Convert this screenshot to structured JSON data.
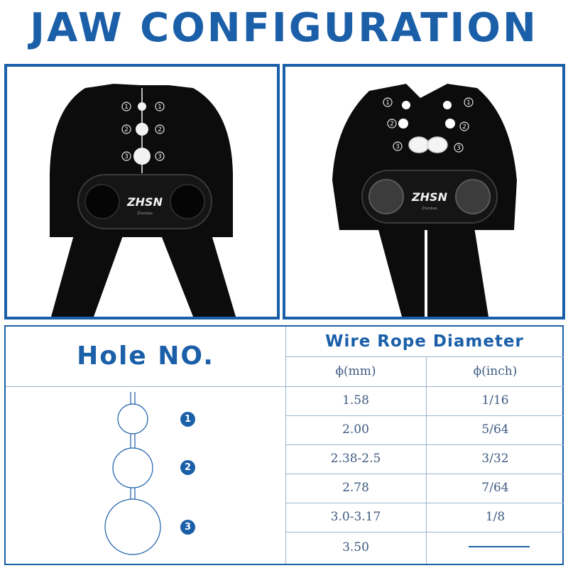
{
  "title": "JAW CONFIGURATION",
  "brand": {
    "logo": "ZHSN",
    "sublogo": "Zhsnbao"
  },
  "jaw_labels": [
    "1",
    "2",
    "3"
  ],
  "table": {
    "hole_header": "Hole NO.",
    "diameter_header": "Wire Rope Diameter",
    "col_mm": "ϕ(mm)",
    "col_inch": "ϕ(inch)",
    "rows": [
      {
        "hole": "1",
        "mm": "1.58",
        "inch": "1/16"
      },
      {
        "hole": "2",
        "mm": "2.00",
        "inch": "5/64"
      },
      {
        "hole": "",
        "mm": "2.38-2.5",
        "inch": "3/32"
      },
      {
        "hole": "",
        "mm": "2.78",
        "inch": "7/64"
      },
      {
        "hole": "3",
        "mm": "3.0-3.17",
        "inch": "1/8"
      },
      {
        "hole": "",
        "mm": "3.50",
        "inch": "—"
      }
    ]
  },
  "colors": {
    "accent": "#1a5fa8",
    "grid": "#9bb3cf",
    "cell_text": "#3d5a80",
    "tool": "#0c0c0c"
  }
}
